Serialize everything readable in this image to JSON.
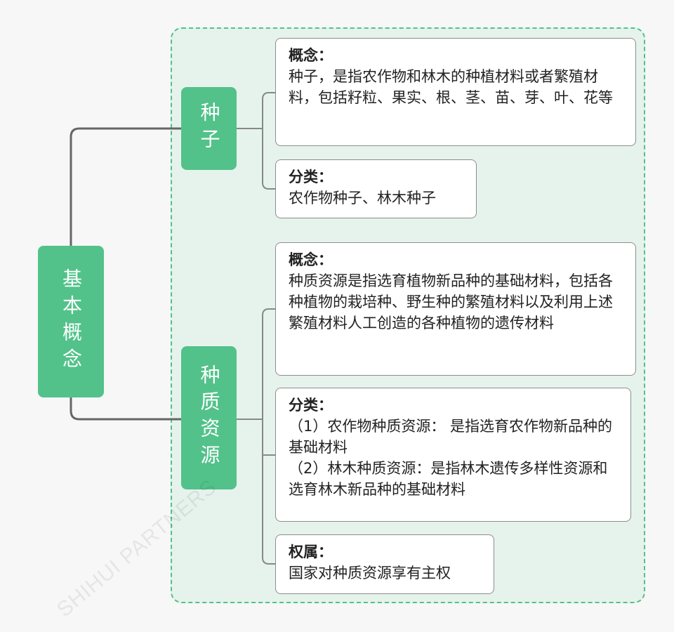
{
  "watermark": "SHIHUI PARTNERS",
  "colors": {
    "node_green": "#52c28a",
    "region_bg": "#e5f3ec",
    "line": "#666666"
  },
  "root": {
    "label": "基本概念"
  },
  "branches": [
    {
      "label": "种子",
      "cards": [
        {
          "title": "概念：",
          "body": "种子，是指农作物和林木的种植材料或者繁殖材料，包括籽粒、果实、根、茎、苗、芽、叶、花等"
        },
        {
          "title": "分类：",
          "body": "农作物种子、林木种子"
        }
      ]
    },
    {
      "label": "种质资源",
      "cards": [
        {
          "title": "概念：",
          "body": "种质资源是指选育植物新品种的基础材料，包括各种植物的栽培种、野生种的繁殖材料以及利用上述繁殖材料人工创造的各种植物的遗传材料"
        },
        {
          "title": "分类：",
          "lines": [
            "（1）农作物种质资源： 是指选育农作物新品种的基础材料",
            "（2）林木种质资源：是指林木遗传多样性资源和选育林木新品种的基础材料"
          ]
        },
        {
          "title": "权属：",
          "body": "国家对种质资源享有主权"
        }
      ]
    }
  ]
}
